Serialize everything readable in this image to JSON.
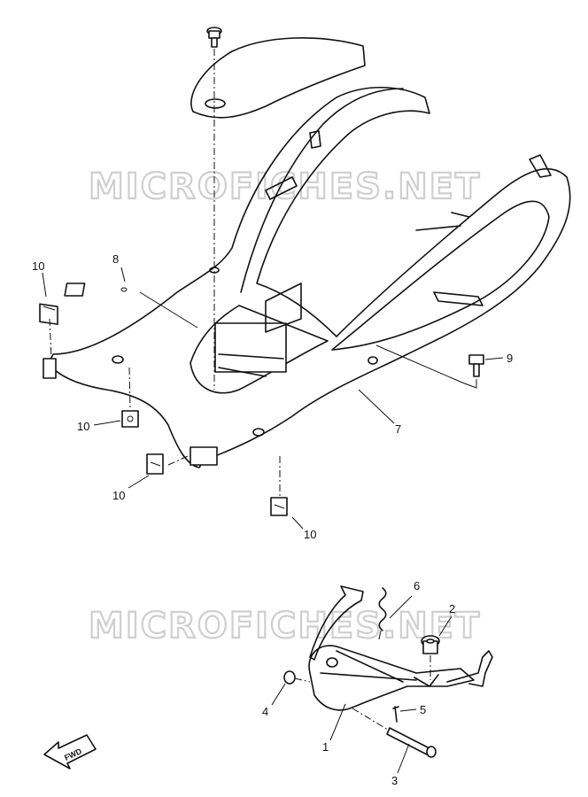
{
  "watermarks": [
    "MICROFICHES.NET",
    "MICROFICHES.NET"
  ],
  "callouts": {
    "c1": "1",
    "c2": "2",
    "c3": "3",
    "c4": "4",
    "c5": "5",
    "c6": "6",
    "c7": "7",
    "c8": "8",
    "c9": "9",
    "c10a": "10",
    "c10b": "10",
    "c10c": "10",
    "c10d": "10"
  },
  "fwd_label": "FWD",
  "icons": [
    "fwd-arrow-icon"
  ]
}
